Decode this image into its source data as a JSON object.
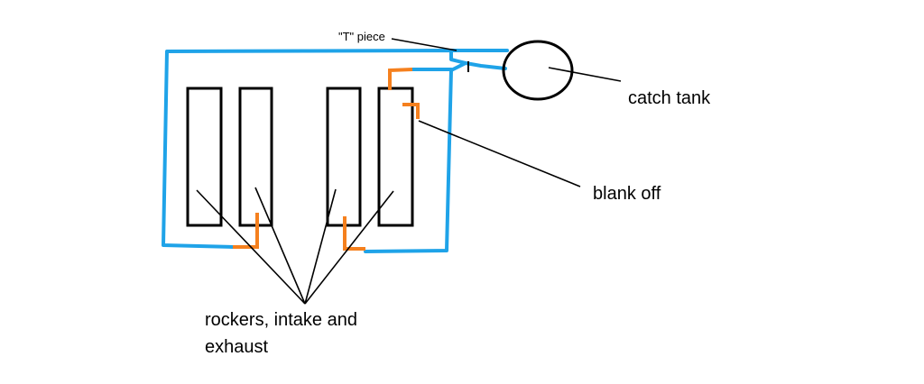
{
  "labels": {
    "t_piece": "\"T\" piece",
    "catch_tank": "catch tank",
    "blank_off": "blank off",
    "rockers_line1": "rockers, intake and",
    "rockers_line2": "exhaust"
  },
  "colors": {
    "hose": "#1fa3e8",
    "fitting": "#f5801e",
    "outline": "#000000"
  }
}
